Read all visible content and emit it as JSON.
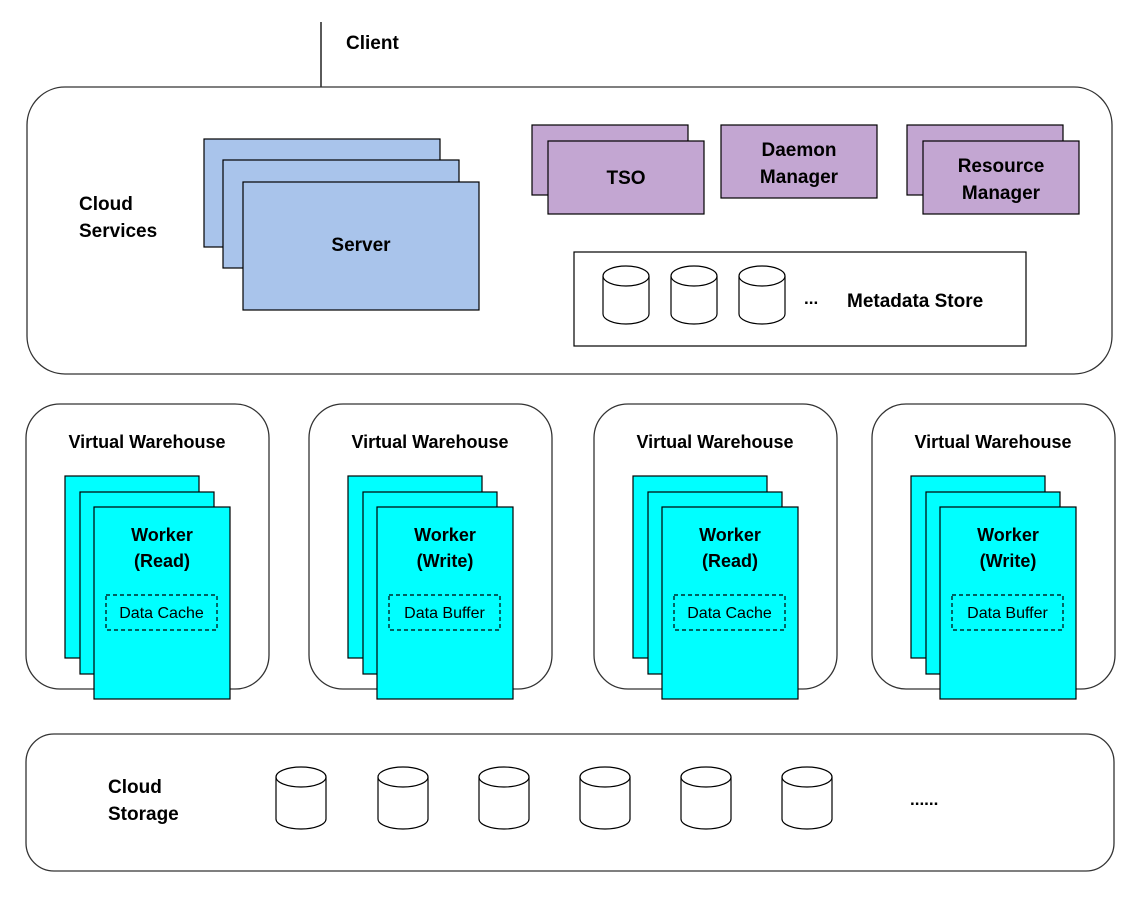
{
  "client": {
    "label": "Client"
  },
  "cloud_services": {
    "label_line1": "Cloud",
    "label_line2": "Services",
    "server_label": "Server",
    "tso_label": "TSO",
    "daemon_manager": {
      "line1": "Daemon",
      "line2": "Manager"
    },
    "resource_manager": {
      "line1": "Resource",
      "line2": "Manager"
    },
    "metadata_store": {
      "label": "Metadata Store",
      "ellipsis": "..."
    }
  },
  "warehouses": [
    {
      "title": "Virtual Warehouse",
      "worker_line1": "Worker",
      "worker_line2": "(Read)",
      "inner": "Data Cache"
    },
    {
      "title": "Virtual Warehouse",
      "worker_line1": "Worker",
      "worker_line2": "(Write)",
      "inner": "Data Buffer"
    },
    {
      "title": "Virtual Warehouse",
      "worker_line1": "Worker",
      "worker_line2": "(Read)",
      "inner": "Data Cache"
    },
    {
      "title": "Virtual Warehouse",
      "worker_line1": "Worker",
      "worker_line2": "(Write)",
      "inner": "Data Buffer"
    }
  ],
  "cloud_storage": {
    "label_line1": "Cloud",
    "label_line2": "Storage",
    "ellipsis": "......"
  },
  "colors": {
    "server": "#a9c4eb",
    "services": "#c3a6d2",
    "worker": "#00ffff"
  }
}
